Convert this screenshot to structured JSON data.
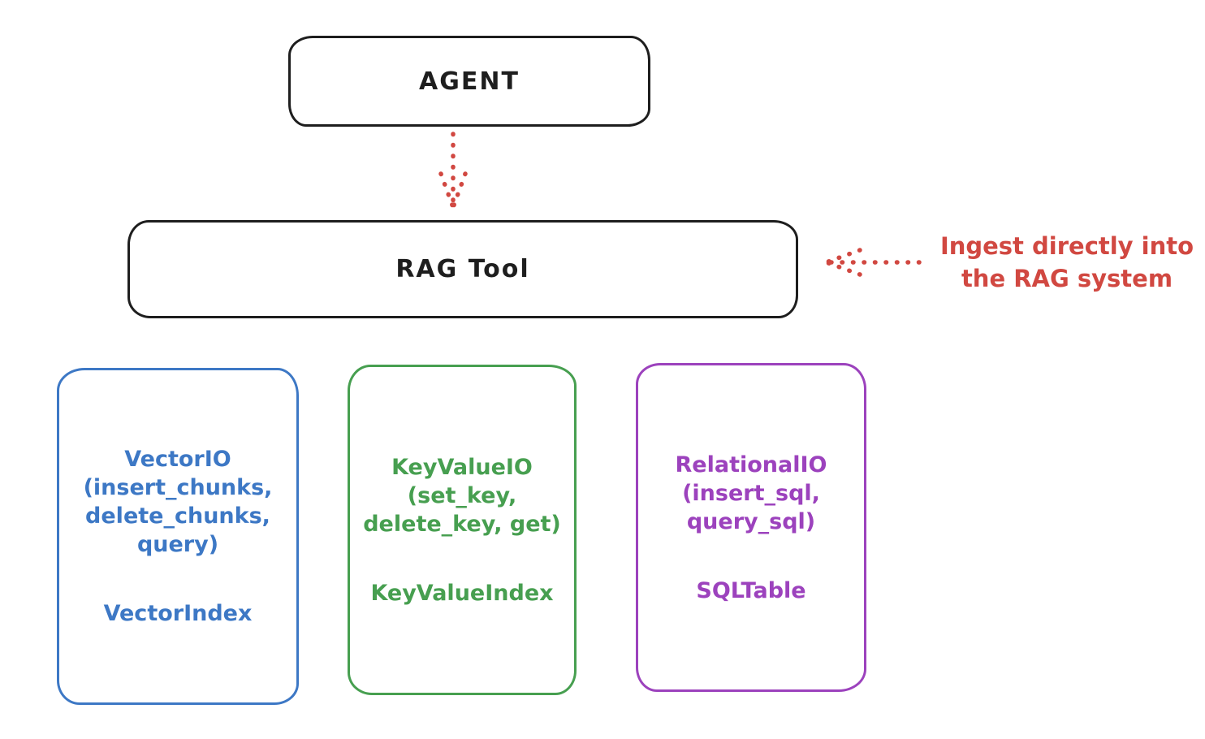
{
  "colors": {
    "ink": "#1e1e1e",
    "red": "#d14841",
    "blue": "#3d78c5",
    "green": "#479f50",
    "purple": "#9c42bd",
    "background": "#ffffff"
  },
  "agent_node": {
    "label": "AGENT"
  },
  "rag_node": {
    "label": "RAG Tool"
  },
  "annotation": {
    "lines": [
      "Ingest directly into",
      "the RAG system"
    ]
  },
  "vector_node": {
    "lines": [
      "VectorIO",
      "(insert_chunks,",
      "delete_chunks,",
      "query)"
    ],
    "index_label": "VectorIndex"
  },
  "keyvalue_node": {
    "lines": [
      "KeyValueIO",
      "(set_key,",
      "delete_key, get)"
    ],
    "index_label": "KeyValueIndex"
  },
  "relational_node": {
    "lines": [
      "RelationalIO",
      "(insert_sql,",
      "query_sql)"
    ],
    "index_label": "SQLTable"
  },
  "arrows": {
    "agent_to_rag": "dotted-down-arrow",
    "ingest_to_rag": "dotted-left-arrow"
  }
}
